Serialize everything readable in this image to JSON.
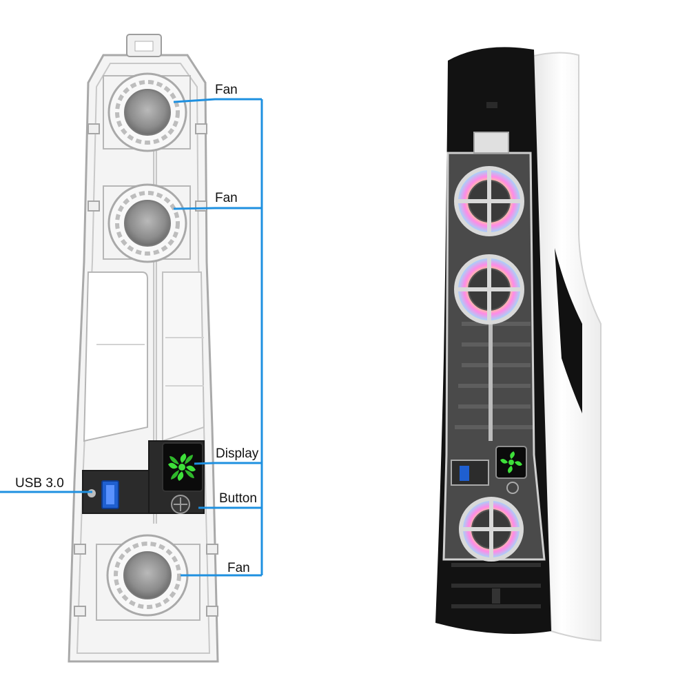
{
  "labels": {
    "fan_top": "Fan",
    "fan_middle": "Fan",
    "display": "Display",
    "usb": "USB 3.0",
    "button": "Button",
    "fan_bottom": "Fan"
  },
  "colors": {
    "callout_line": "#1e90e0",
    "frame_stroke": "#9a9a9a",
    "fan_hub": "#8f8f8f",
    "display_glow": "#3ee03a",
    "console_white": "#f7f7f7",
    "console_black": "#121212",
    "rgb_ring": [
      "#ff7de0",
      "#ffe27a",
      "#8be8ff",
      "#c58bff"
    ]
  },
  "icons": [
    "fan-icon",
    "usb-port-icon",
    "button-icon"
  ]
}
